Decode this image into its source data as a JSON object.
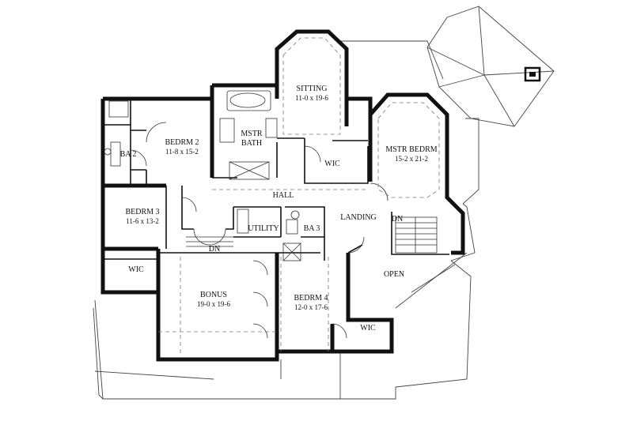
{
  "rooms": {
    "sitting": {
      "name": "SITTING",
      "dim": "11-0 x 19-6"
    },
    "mstr_bath": {
      "name1": "MSTR",
      "name2": "BATH"
    },
    "bedrm2": {
      "name": "BEDRM 2",
      "dim": "11-8 x 15-2"
    },
    "ba2": {
      "name": "BA 2"
    },
    "mstr_bedrm": {
      "name": "MSTR BEDRM",
      "dim": "15-2 x 21-2"
    },
    "wic_master": {
      "name": "WIC"
    },
    "hall": {
      "name": "HALL"
    },
    "bedrm3": {
      "name": "BEDRM 3",
      "dim": "11-6 x 13-2"
    },
    "landing": {
      "name": "LANDING"
    },
    "stair_dn_right": {
      "name": "DN"
    },
    "utility": {
      "name": "UTILITY"
    },
    "ba3": {
      "name": "BA 3"
    },
    "stair_dn_left": {
      "name": "DN"
    },
    "wic_bedrm3": {
      "name": "WIC"
    },
    "open": {
      "name": "OPEN"
    },
    "bonus": {
      "name": "BONUS",
      "dim": "19-0 x 19-6"
    },
    "bedrm4": {
      "name": "BEDRM 4",
      "dim": "12-0 x 17-6"
    },
    "wic_bedrm4": {
      "name": "WIC"
    }
  }
}
